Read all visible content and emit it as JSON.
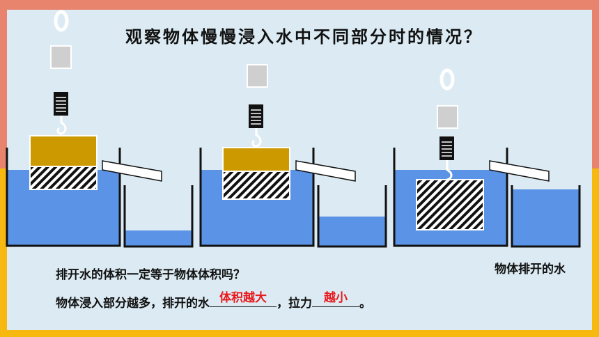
{
  "title": "观察物体慢慢浸入水中不同部分时的情况？",
  "caption_displaced": "物体排开的水",
  "question_1": "排开水的体积一定等于物体体积吗？",
  "question_2": {
    "prefix": "物体浸入部分越多，排开的水",
    "blank_1_answer": "体积越大",
    "middle": "，拉力",
    "blank_2_answer": "越小",
    "suffix": "。"
  },
  "colors": {
    "water": "#5b93e6",
    "object_dry": "#cc9a00",
    "answer": "#e8191c",
    "frame_top": "#e8836e",
    "frame_bottom": "#f7b910"
  }
}
